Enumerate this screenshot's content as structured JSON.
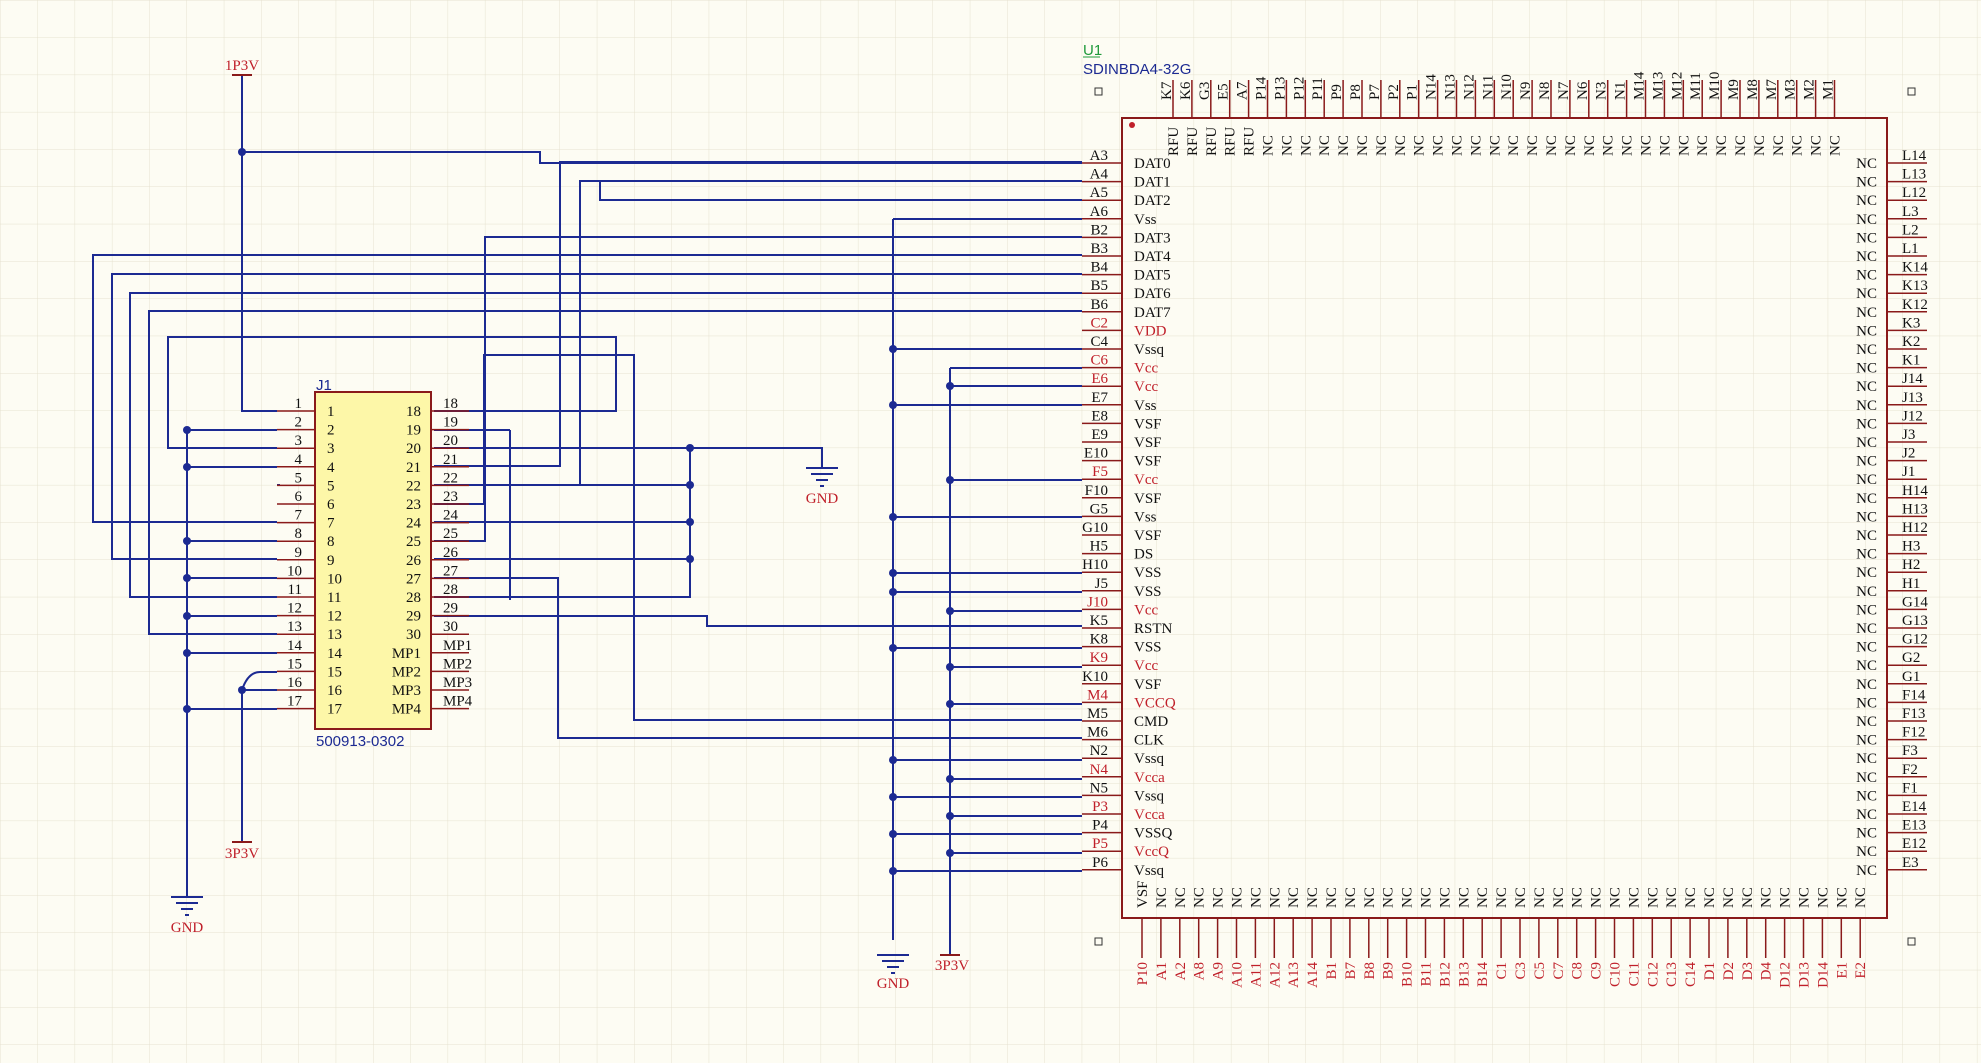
{
  "power": {
    "p1v3": "1P3V",
    "p3v3": "3P3V",
    "gnd": "GND"
  },
  "j1": {
    "ref": "J1",
    "part": "500913-0302",
    "left_pins": [
      "1",
      "2",
      "3",
      "4",
      "5",
      "6",
      "7",
      "8",
      "9",
      "10",
      "11",
      "12",
      "13",
      "14",
      "15",
      "16",
      "17"
    ],
    "inner_left": [
      "1",
      "2",
      "3",
      "4",
      "5",
      "6",
      "7",
      "8",
      "9",
      "10",
      "11",
      "12",
      "13",
      "14",
      "15",
      "16",
      "17"
    ],
    "inner_right": [
      "18",
      "19",
      "20",
      "21",
      "22",
      "23",
      "24",
      "25",
      "26",
      "27",
      "28",
      "29",
      "30",
      "MP1",
      "MP2",
      "MP3",
      "MP4"
    ],
    "outer_right": [
      "18",
      "19",
      "20",
      "21",
      "22",
      "23",
      "24",
      "25",
      "26",
      "27",
      "28",
      "29",
      "30",
      "MP1",
      "MP2",
      "MP3",
      "MP4"
    ]
  },
  "u1": {
    "ref": "U1",
    "part": "SDINBDA4-32G",
    "left_pins": [
      {
        "num": "A3",
        "name": "DAT0",
        "pwr": false
      },
      {
        "num": "A4",
        "name": "DAT1",
        "pwr": false
      },
      {
        "num": "A5",
        "name": "DAT2",
        "pwr": false
      },
      {
        "num": "A6",
        "name": "Vss",
        "pwr": false
      },
      {
        "num": "B2",
        "name": "DAT3",
        "pwr": false
      },
      {
        "num": "B3",
        "name": "DAT4",
        "pwr": false
      },
      {
        "num": "B4",
        "name": "DAT5",
        "pwr": false
      },
      {
        "num": "B5",
        "name": "DAT6",
        "pwr": false
      },
      {
        "num": "B6",
        "name": "DAT7",
        "pwr": false
      },
      {
        "num": "C2",
        "name": "VDD",
        "pwr": true
      },
      {
        "num": "C4",
        "name": "Vssq",
        "pwr": false
      },
      {
        "num": "C6",
        "name": "Vcc",
        "pwr": true
      },
      {
        "num": "E6",
        "name": "Vcc",
        "pwr": true
      },
      {
        "num": "E7",
        "name": "Vss",
        "pwr": false
      },
      {
        "num": "E8",
        "name": "VSF",
        "pwr": false
      },
      {
        "num": "E9",
        "name": "VSF",
        "pwr": false
      },
      {
        "num": "E10",
        "name": "VSF",
        "pwr": false
      },
      {
        "num": "F5",
        "name": "Vcc",
        "pwr": true
      },
      {
        "num": "F10",
        "name": "VSF",
        "pwr": false
      },
      {
        "num": "G5",
        "name": "Vss",
        "pwr": false
      },
      {
        "num": "G10",
        "name": "VSF",
        "pwr": false
      },
      {
        "num": "H5",
        "name": "DS",
        "pwr": false
      },
      {
        "num": "H10",
        "name": "VSS",
        "pwr": false
      },
      {
        "num": "J5",
        "name": "VSS",
        "pwr": false
      },
      {
        "num": "J10",
        "name": "Vcc",
        "pwr": true
      },
      {
        "num": "K5",
        "name": "RSTN",
        "pwr": false
      },
      {
        "num": "K8",
        "name": "VSS",
        "pwr": false
      },
      {
        "num": "K9",
        "name": "Vcc",
        "pwr": true
      },
      {
        "num": "K10",
        "name": "VSF",
        "pwr": false
      },
      {
        "num": "M4",
        "name": "VCCQ",
        "pwr": true
      },
      {
        "num": "M5",
        "name": "CMD",
        "pwr": false
      },
      {
        "num": "M6",
        "name": "CLK",
        "pwr": false
      },
      {
        "num": "N2",
        "name": "Vssq",
        "pwr": false
      },
      {
        "num": "N4",
        "name": "Vcca",
        "pwr": true
      },
      {
        "num": "N5",
        "name": "Vssq",
        "pwr": false
      },
      {
        "num": "P3",
        "name": "Vcca",
        "pwr": true
      },
      {
        "num": "P4",
        "name": "VSSQ",
        "pwr": false
      },
      {
        "num": "P5",
        "name": "VccQ",
        "pwr": true
      },
      {
        "num": "P6",
        "name": "Vssq",
        "pwr": false
      }
    ],
    "right_pins": [
      "L14",
      "L13",
      "L12",
      "L3",
      "L2",
      "L1",
      "K14",
      "K13",
      "K12",
      "K3",
      "K2",
      "K1",
      "J14",
      "J13",
      "J12",
      "J3",
      "J2",
      "J1",
      "H14",
      "H13",
      "H12",
      "H3",
      "H2",
      "H1",
      "G14",
      "G13",
      "G12",
      "G2",
      "G1",
      "F14",
      "F13",
      "F12",
      "F3",
      "F2",
      "F1",
      "E14",
      "E13",
      "E12",
      "E3"
    ],
    "right_name": "NC",
    "top_pins": [
      "K7",
      "K6",
      "G3",
      "E5",
      "A7",
      "P14",
      "P13",
      "P12",
      "P11",
      "P9",
      "P8",
      "P7",
      "P2",
      "P1",
      "N14",
      "N13",
      "N12",
      "N11",
      "N10",
      "N9",
      "N8",
      "N7",
      "N6",
      "N3",
      "N1",
      "M14",
      "M13",
      "M12",
      "M11",
      "M10",
      "M9",
      "M8",
      "M7",
      "M3",
      "M2",
      "M1"
    ],
    "top_names": [
      "RFU",
      "RFU",
      "RFU",
      "RFU",
      "RFU",
      "NC",
      "NC",
      "NC",
      "NC",
      "NC",
      "NC",
      "NC",
      "NC",
      "NC",
      "NC",
      "NC",
      "NC",
      "NC",
      "NC",
      "NC",
      "NC",
      "NC",
      "NC",
      "NC",
      "NC",
      "NC",
      "NC",
      "NC",
      "NC",
      "NC",
      "NC",
      "NC",
      "NC",
      "NC",
      "NC",
      "NC"
    ],
    "bottom_pins": [
      "P10",
      "A1",
      "A2",
      "A8",
      "A9",
      "A10",
      "A11",
      "A12",
      "A13",
      "A14",
      "B1",
      "B7",
      "B8",
      "B9",
      "B10",
      "B11",
      "B12",
      "B13",
      "B14",
      "C1",
      "C3",
      "C5",
      "C7",
      "C8",
      "C9",
      "C10",
      "C11",
      "C12",
      "C13",
      "C14",
      "D1",
      "D2",
      "D3",
      "D4",
      "D12",
      "D13",
      "D14",
      "E1",
      "E2"
    ],
    "bottom_names": [
      "VSF",
      "NC",
      "NC",
      "NC",
      "NC",
      "NC",
      "NC",
      "NC",
      "NC",
      "NC",
      "NC",
      "NC",
      "NC",
      "NC",
      "NC",
      "NC",
      "NC",
      "NC",
      "NC",
      "NC",
      "NC",
      "NC",
      "NC",
      "NC",
      "NC",
      "NC",
      "NC",
      "NC",
      "NC",
      "NC",
      "NC",
      "NC",
      "NC",
      "NC",
      "NC",
      "NC",
      "NC",
      "NC",
      "NC"
    ]
  }
}
